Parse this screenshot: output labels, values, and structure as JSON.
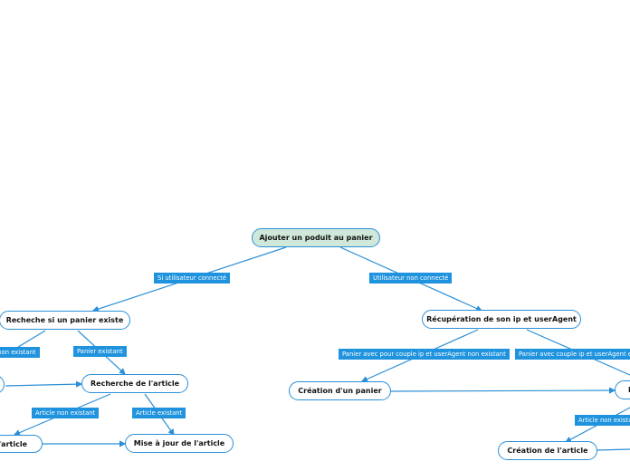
{
  "nodes": {
    "root": "Ajouter un poduit au panier",
    "check_cart": "Recheche si un panier existe",
    "retrieve_ip": "Récupération de son ip et userAgent",
    "search_article_left": "Recherche de l'article",
    "create_article_left": "Création de l'article",
    "update_article": "Mise à jour de l'article",
    "create_cart": "Création d'un panier",
    "create_article_right": "Création de l'article"
  },
  "edge_labels": {
    "connected": "Si utilisateur connecté",
    "not_connected": "Utilisateur non connecté",
    "cart_not_existing": "Panier non existant",
    "cart_existing": "Panier existant",
    "article_not_existing_left": "Article non existant",
    "article_existing": "Article existant",
    "couple_not_existing": "Panier avec pour couple ip et userAgent non existant",
    "couple_existing": "Panier avec couple ip et userAgent existant",
    "article_not_existing_right": "Article non existant"
  },
  "colors": {
    "accent": "#2b8fd6",
    "root_fill": "#cfe8d9",
    "label_fill": "#1f93dd"
  }
}
